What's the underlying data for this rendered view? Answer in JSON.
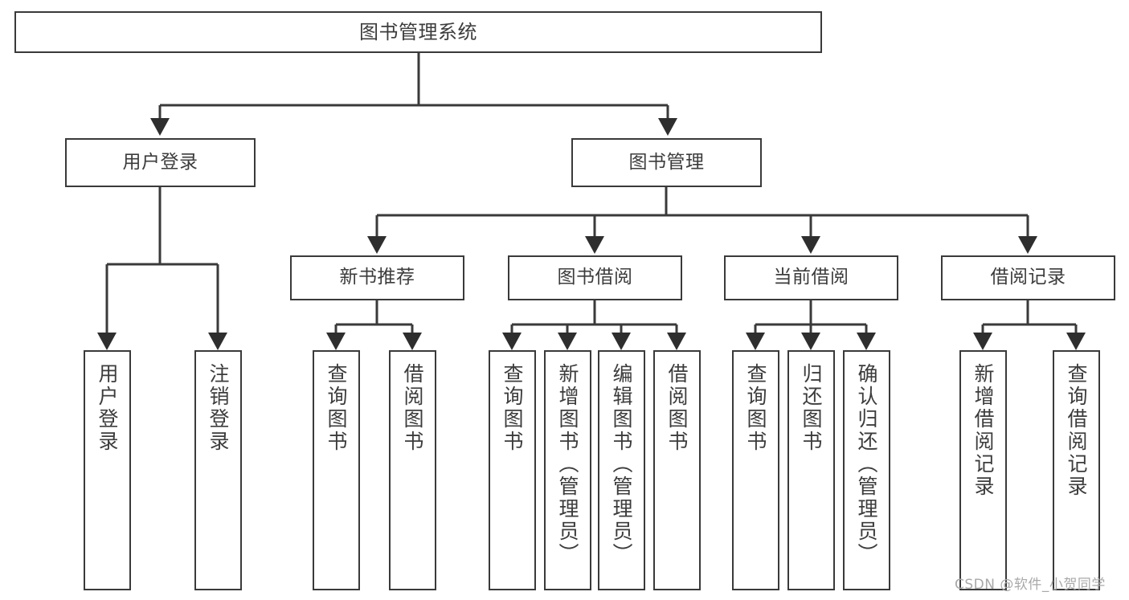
{
  "diagram": {
    "title": "图书管理系统",
    "type": "tree-hierarchy-diagram",
    "nodes": {
      "root": {
        "label": "图书管理系统"
      },
      "level2": [
        {
          "id": "user-login",
          "label": "用户登录"
        },
        {
          "id": "book-management",
          "label": "图书管理"
        }
      ],
      "level3": [
        {
          "id": "new-book-recommend",
          "label": "新书推荐"
        },
        {
          "id": "book-borrow",
          "label": "图书借阅"
        },
        {
          "id": "current-borrow",
          "label": "当前借阅"
        },
        {
          "id": "borrow-record",
          "label": "借阅记录"
        }
      ],
      "leaves": {
        "user_login": [
          {
            "id": "leaf-user-login",
            "label": "用户登录"
          },
          {
            "id": "leaf-logout-login",
            "label": "注销登录"
          }
        ],
        "new_book_recommend": [
          {
            "id": "leaf-query-book-1",
            "label": "查询图书"
          },
          {
            "id": "leaf-borrow-book-1",
            "label": "借阅图书"
          }
        ],
        "book_borrow": [
          {
            "id": "leaf-query-book-2",
            "label": "查询图书"
          },
          {
            "id": "leaf-add-book",
            "label": "新增图书（管理员）"
          },
          {
            "id": "leaf-edit-book",
            "label": "编辑图书（管理员）"
          },
          {
            "id": "leaf-borrow-book-2",
            "label": "借阅图书"
          }
        ],
        "current_borrow": [
          {
            "id": "leaf-query-book-3",
            "label": "查询图书"
          },
          {
            "id": "leaf-return-book",
            "label": "归还图书"
          },
          {
            "id": "leaf-confirm-return",
            "label": "确认归还（管理员）"
          }
        ],
        "borrow_record": [
          {
            "id": "leaf-add-borrow-record",
            "label": "新增借阅记录"
          },
          {
            "id": "leaf-query-borrow-record",
            "label": "查询借阅记录"
          }
        ]
      }
    }
  },
  "watermark": {
    "text": "CSDN @软件_小贺同学"
  },
  "colors": {
    "stroke": "#3a3a3a",
    "text": "#3c3c3c",
    "background": "#ffffff",
    "watermark": "#a9a9a9"
  }
}
